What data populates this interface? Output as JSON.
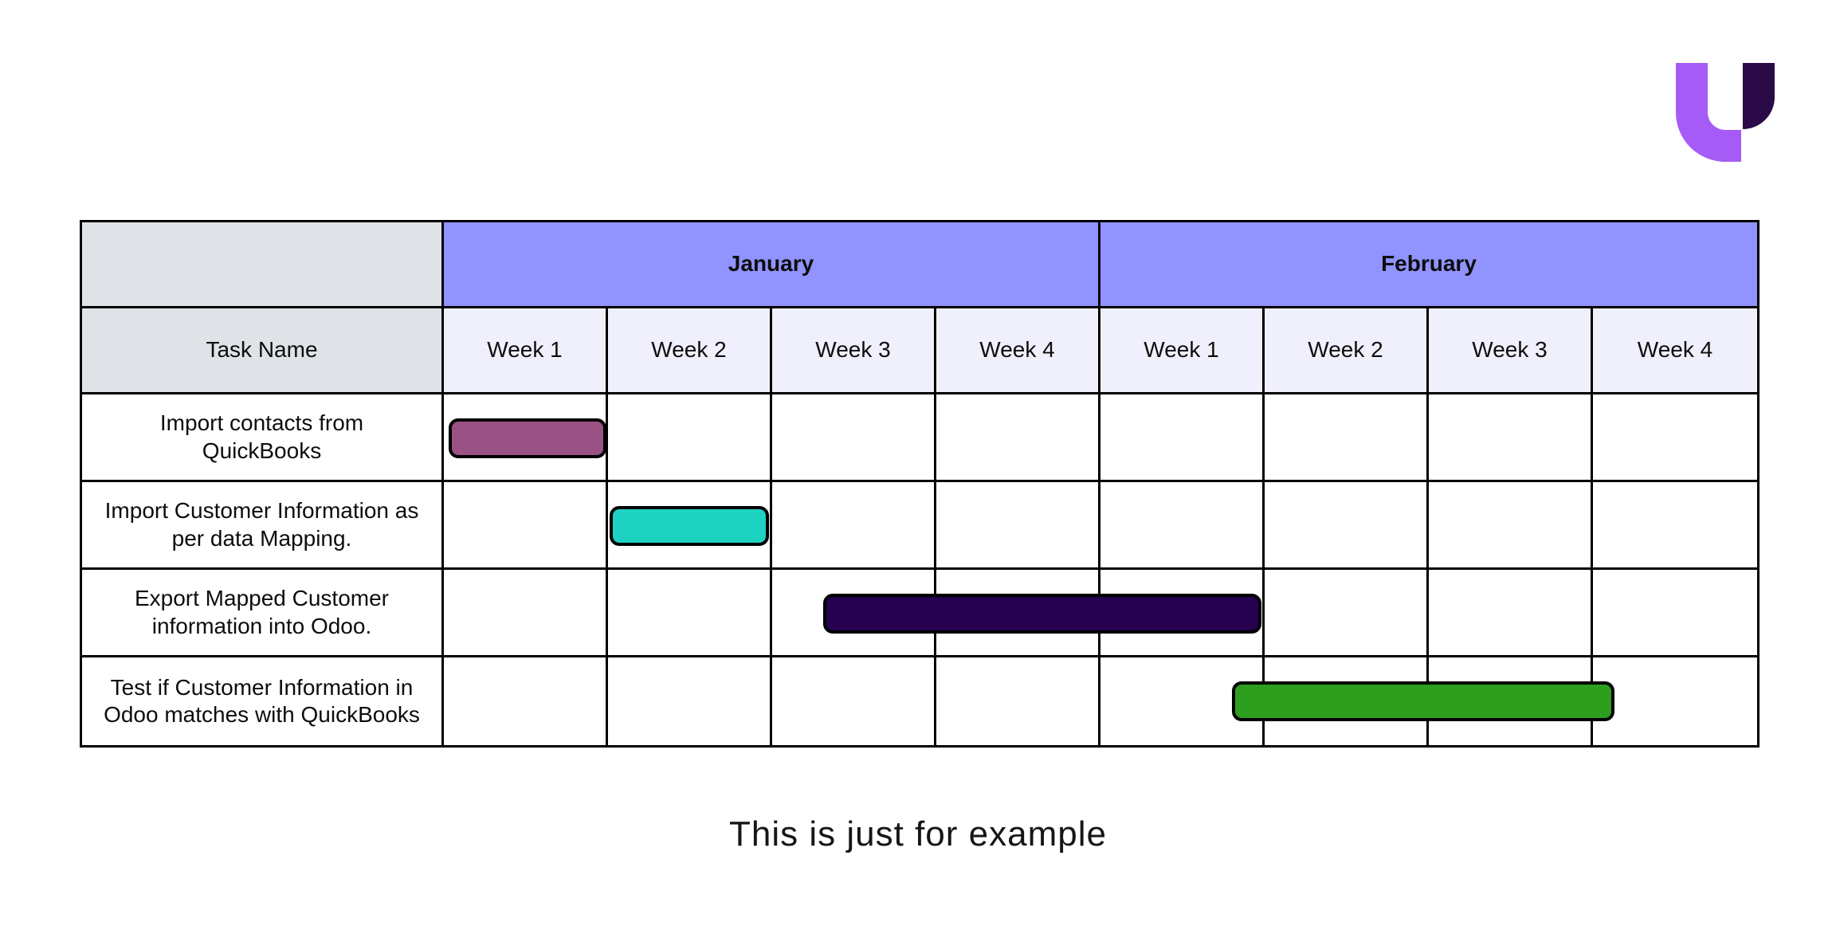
{
  "logo": {
    "label": "u-logo",
    "light_color": "#a55cf6",
    "dark_color": "#2a0a47"
  },
  "chart_data": {
    "type": "gantt",
    "task_column_header": "Task Name",
    "months": [
      {
        "label": "January",
        "weeks": [
          "Week 1",
          "Week 2",
          "Week 3",
          "Week 4"
        ]
      },
      {
        "label": "February",
        "weeks": [
          "Week 1",
          "Week 2",
          "Week 3",
          "Week 4"
        ]
      }
    ],
    "total_weeks": 8,
    "tasks": [
      {
        "name": "Import contacts from\nQuickBooks",
        "bar": {
          "start": 0.03,
          "end": 0.99,
          "color": "#9a5284"
        }
      },
      {
        "name": "Import Customer Information as\nper data Mapping.",
        "bar": {
          "start": 1.01,
          "end": 1.98,
          "color": "#1ed2c2"
        }
      },
      {
        "name": "Export Mapped Customer\ninformation into Odoo.",
        "bar": {
          "start": 2.31,
          "end": 4.98,
          "color": "#250150"
        }
      },
      {
        "name": "Test if Customer Information in\nOdoo matches with QuickBooks",
        "bar": {
          "start": 4.8,
          "end": 7.13,
          "color": "#2d9e1e"
        }
      }
    ]
  },
  "caption": "This is just for example",
  "colors": {
    "month_header_bg": "#9193fe",
    "week_header_bg": "#eff0fb",
    "task_header_bg": "#dfe2e6",
    "row_bg": "#ffffff",
    "grid_line": "#000000"
  }
}
